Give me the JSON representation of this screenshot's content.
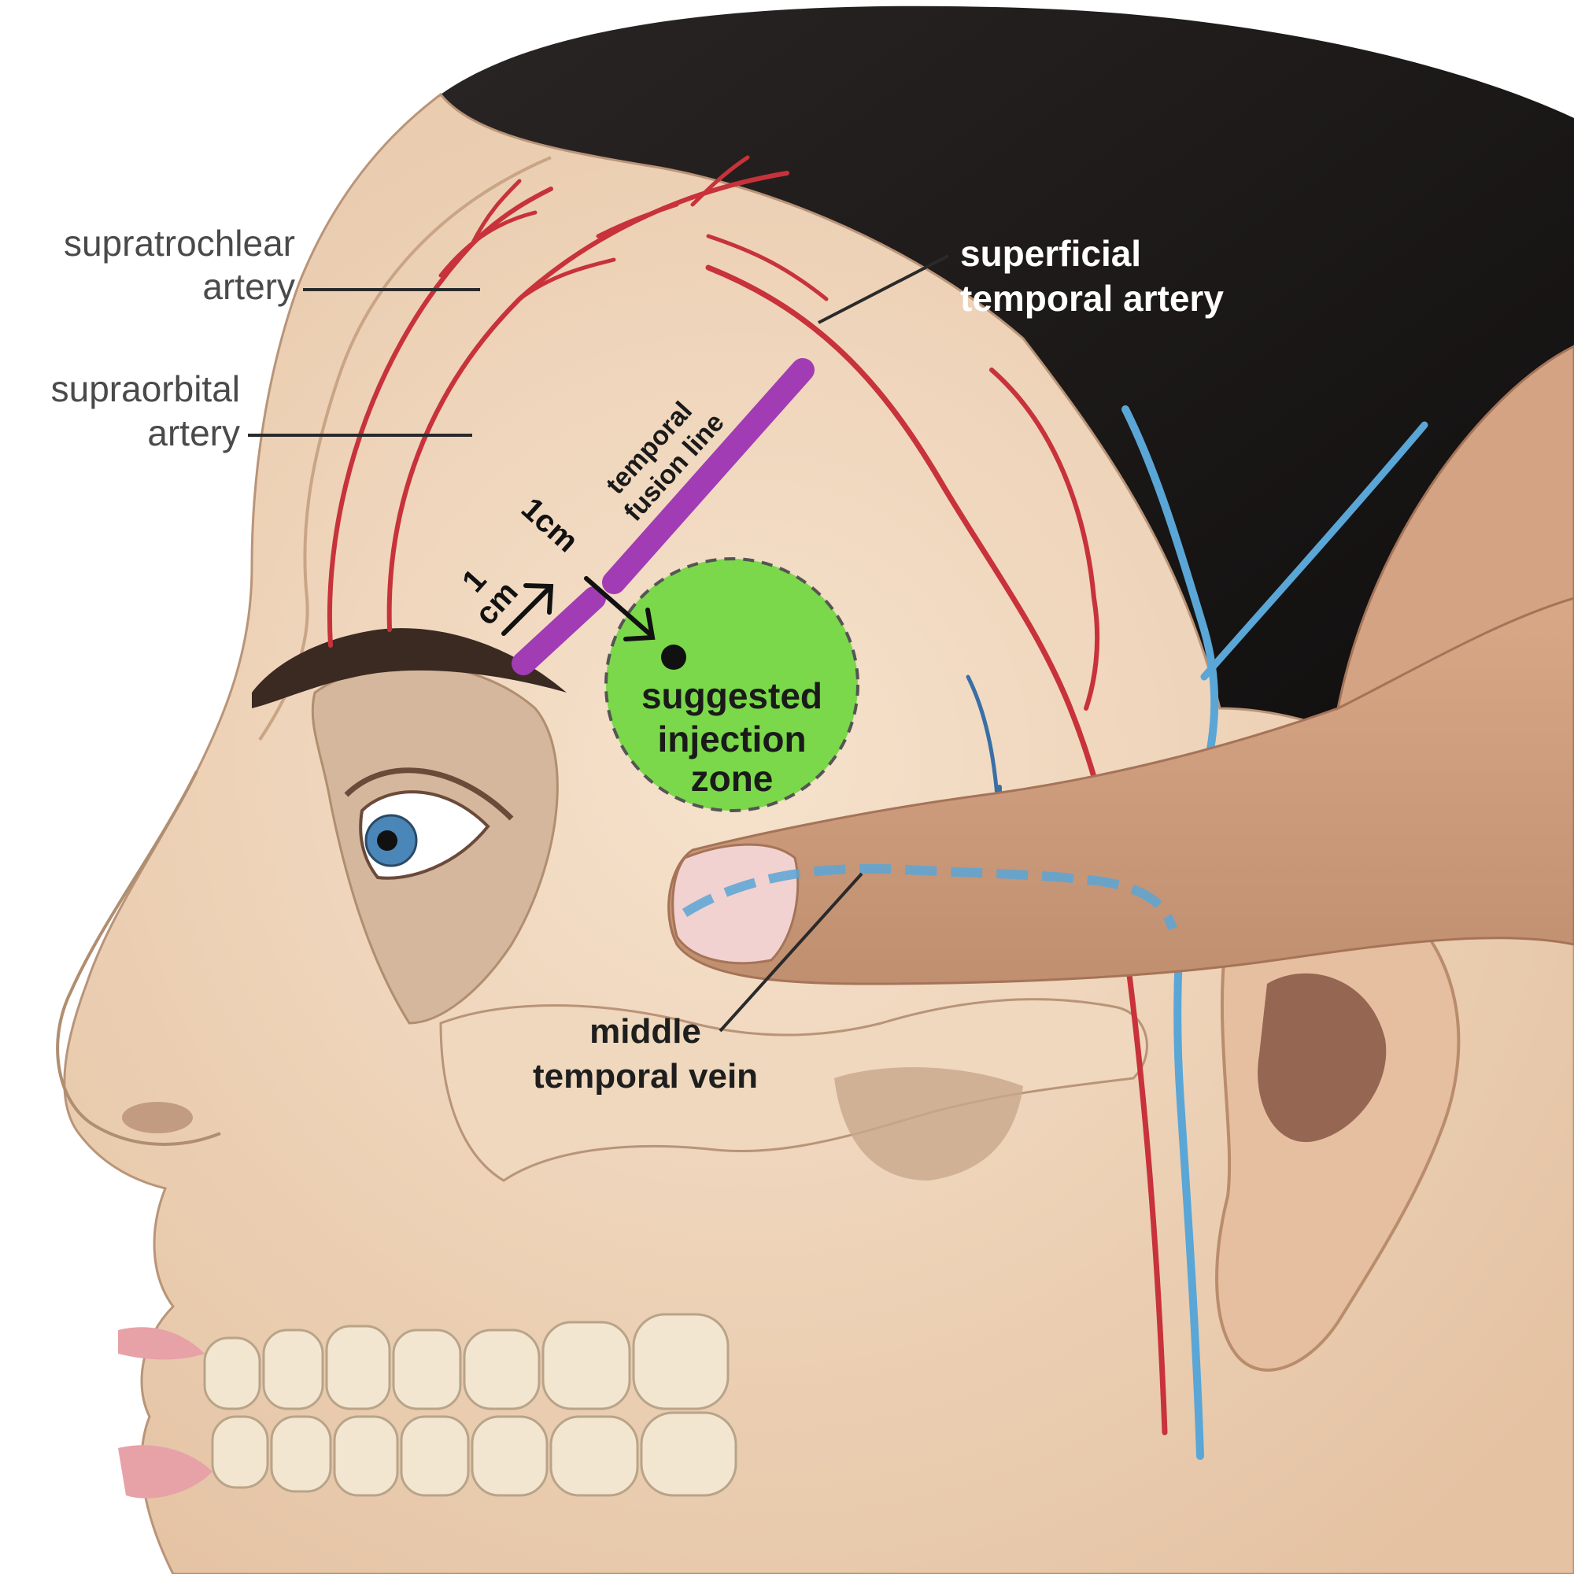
{
  "labels": {
    "supratrochlear_line1": "supratrochlear",
    "supratrochlear_line2": "artery",
    "supraorbital_line1": "supraorbital",
    "supraorbital_line2": "artery",
    "superficial_line1": "superficial",
    "superficial_line2": "temporal artery",
    "fusion_line1": "temporal",
    "fusion_line2": "fusion line",
    "cm_a": "1cm",
    "cm_b1": "1",
    "cm_b2": "cm",
    "zone_line1": "suggested",
    "zone_line2": "injection",
    "zone_line3": "zone",
    "vein_line1": "middle",
    "vein_line2": "temporal vein"
  },
  "colors": {
    "artery": "#c8323a",
    "vein": "#5aa6d6",
    "fusion_line": "#a23cb4",
    "injection_zone": "#7ad84a",
    "skin": "#f0d6bc",
    "bone": "#ecd3b6",
    "hair": "#1b1818"
  }
}
